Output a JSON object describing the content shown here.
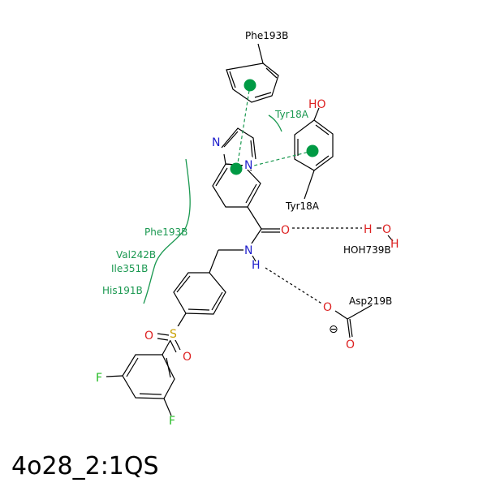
{
  "title": "4o28_2:1QS",
  "residues": {
    "phe193b_top": "Phe193B",
    "tyr18a_pi": "Tyr18A",
    "tyr18a_ring": "Tyr18A",
    "phe193b_side": "Phe193B",
    "val242b": "Val242B",
    "ile351b": "Ile351B",
    "his191b": "His191B",
    "asp219b": "Asp219B",
    "hoh739b": "HOH739B"
  },
  "atoms": {
    "ho": "HO",
    "n1": "N",
    "n2": "N",
    "o_amide": "O",
    "n_amide": "N",
    "h_amide": "H",
    "water_h1": "H",
    "water_o": "O",
    "water_h2": "H",
    "s": "S",
    "o_s1": "O",
    "o_s2": "O",
    "f1": "F",
    "f2": "F",
    "o_asp1": "O",
    "o_asp2": "O",
    "minus": "⊖"
  },
  "colors": {
    "bond": "#000000",
    "hydrophobic": "#1a9850",
    "pi_center": "#009a44",
    "nitrogen": "#1f1fcc",
    "oxygen": "#dd2222",
    "sulfur": "#c8a000",
    "fluorine": "#22bb22"
  }
}
